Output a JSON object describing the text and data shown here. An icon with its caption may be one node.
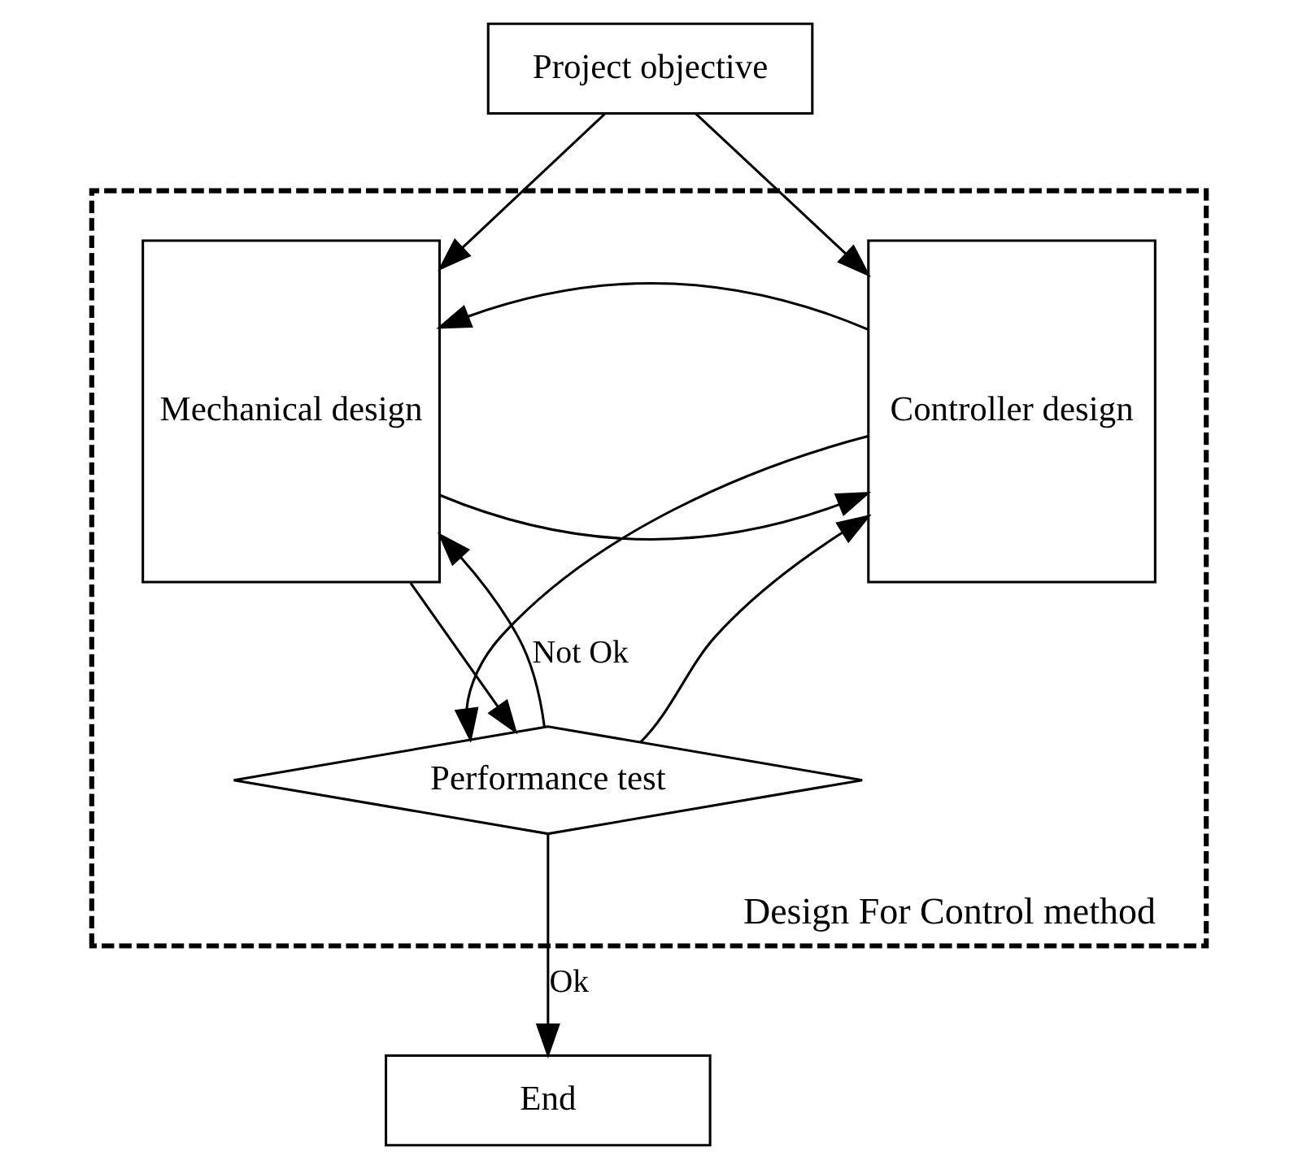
{
  "diagram": {
    "nodes": [
      {
        "text": [
          "Project objective"
        ]
      },
      {
        "text": [
          "Design For Control method"
        ]
      },
      {
        "text": [
          "Mechanical design"
        ],
        "in": 1
      },
      {
        "text": [
          "Controller design"
        ],
        "in": 1
      },
      {
        "text": [
          "Performance test"
        ],
        "in": 1
      },
      {
        "text": [
          "End"
        ]
      }
    ],
    "edges": [
      {
        "from": 0,
        "to": 2,
        "arrow": "to"
      },
      {
        "from": 0,
        "to": 3,
        "arrow": "to"
      },
      {
        "from": 2,
        "to": 3,
        "arrow": "to"
      },
      {
        "from": 3,
        "to": 2,
        "arrow": "to"
      },
      {
        "from": 2,
        "to": 4,
        "arrow": "to"
      },
      {
        "from": 3,
        "to": 4,
        "arrow": "to"
      },
      {
        "from": 4,
        "to": 2,
        "arrow": "to",
        "label": "Not Ok"
      },
      {
        "from": 4,
        "to": 3,
        "arrow": "to"
      },
      {
        "from": 4,
        "to": 5,
        "arrow": "to",
        "label": "Ok"
      }
    ]
  }
}
